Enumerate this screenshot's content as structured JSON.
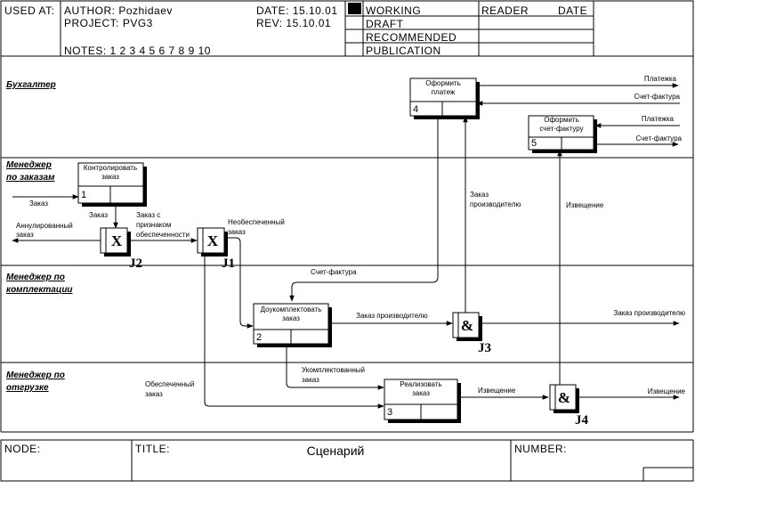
{
  "header": {
    "used_at": "USED AT:",
    "author": "AUTHOR:  Pozhidaev",
    "project": "PROJECT:  PVG3",
    "notes": "NOTES:  1  2  3  4  5  6  7  8  9  10",
    "date": "DATE:  15.10.01",
    "rev": "REV:     15.10.01",
    "status": [
      "WORKING",
      "DRAFT",
      "RECOMMENDED",
      "PUBLICATION"
    ],
    "reader": "READER",
    "reader_date": "DATE"
  },
  "lanes": [
    {
      "line1": "Бухгалтер",
      "line2": ""
    },
    {
      "line1": "Менеджер",
      "line2": "по заказам"
    },
    {
      "line1": "Менеджер по",
      "line2": "комплектации"
    },
    {
      "line1": "Менеджер по",
      "line2": "отгрузке"
    }
  ],
  "boxes": [
    {
      "num": "1",
      "line1": "Контролировать",
      "line2": "заказ"
    },
    {
      "num": "2",
      "line1": "Доукомплектовать",
      "line2": "заказ"
    },
    {
      "num": "3",
      "line1": "Реализовать",
      "line2": "заказ"
    },
    {
      "num": "4",
      "line1": "Оформить",
      "line2": "платеж"
    },
    {
      "num": "5",
      "line1": "Оформить",
      "line2": "счет-фактуру"
    }
  ],
  "junctions": [
    {
      "name": "J1",
      "symbol": "X"
    },
    {
      "name": "J2",
      "symbol": "X"
    },
    {
      "name": "J3",
      "symbol": "&"
    },
    {
      "name": "J4",
      "symbol": "&"
    }
  ],
  "labels": {
    "platezh_out4": "Платежка",
    "sf_in4": "Счет-фактура",
    "platezh_in5": "Платежка",
    "sf_out5": "Счет-фактура",
    "zakaz_in": "Заказ",
    "zakaz_down": "Заказ",
    "zakaz_priznak1": "Заказ с",
    "zakaz_priznak2": "признаком",
    "zakaz_priznak3": "обеспеченности",
    "annul1": "Аннулированный",
    "annul2": "заказ",
    "neobesp1": "Необеспеченный",
    "neobesp2": "заказ",
    "zakaz_proizv_v1": "Заказ",
    "zakaz_proizv_v2": "производителю",
    "izv_v": "Извещение",
    "sf_lane3": "Счет-фактура",
    "zakaz_proizv_h": "Заказ производителю",
    "zakaz_proizv_out": "Заказ производителю",
    "ukompl1": "Укомплектованный",
    "ukompl2": "заказ",
    "obesp1": "Обеспеченный",
    "obesp2": "заказ",
    "izv_h": "Извещение",
    "izv_out": "Извещение"
  },
  "footer": {
    "node": "NODE:",
    "title_label": "TITLE:",
    "title": "Сценарий",
    "number": "NUMBER:"
  }
}
